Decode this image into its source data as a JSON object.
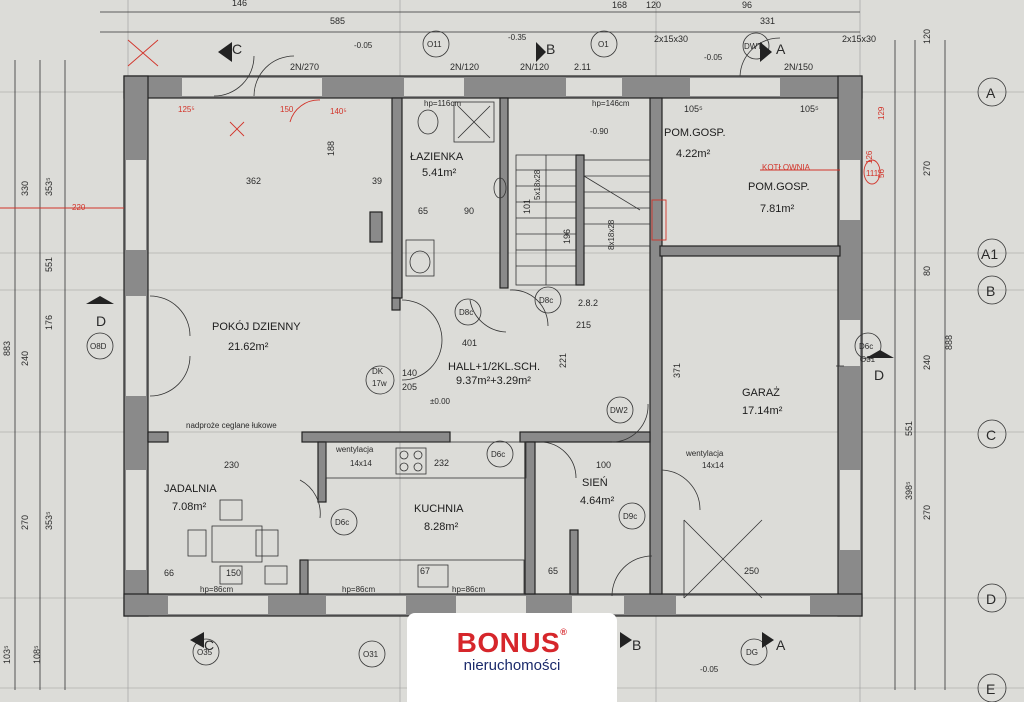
{
  "rooms": {
    "lazienka": {
      "name": "ŁAZIENKA",
      "area": "5.41m²"
    },
    "pom_gosp1": {
      "name": "POM.GOSP.",
      "area": "4.22m²"
    },
    "pom_gosp2": {
      "name": "POM.GOSP.",
      "area": "7.81m²",
      "note": "KOTŁOWNIA"
    },
    "pokoj": {
      "name": "POKÓJ DZIENNY",
      "area": "21.62m²"
    },
    "hall": {
      "name": "HALL+1/2KL.SCH.",
      "area": "9.37m²+3.29m²"
    },
    "garaz": {
      "name": "GARAŻ",
      "area": "17.14m²"
    },
    "jadalnia": {
      "name": "JADALNIA",
      "area": "7.08m²"
    },
    "kuchnia": {
      "name": "KUCHNIA",
      "area": "8.28m²"
    },
    "sien": {
      "name": "SIEŃ",
      "area": "4.64m²"
    }
  },
  "labels": {
    "nadproze": "nadproże ceglane łukowe",
    "wentylacja": "wentylacja",
    "wentylacja_size": "14x14",
    "level_000": "±0.00",
    "level_005a": "-0.05",
    "level_035": "-0.35",
    "level_090": "-0.90",
    "level_005b": "-0.05",
    "level_005c": "-0.05",
    "hp86": "hp=86cm",
    "hp146": "hp=146cm",
    "hp116": "hp=116cm",
    "stairs1": "5x18x28",
    "stairs2": "8x18x28",
    "dk": "DK",
    "dk_sub": "17w",
    "c_mark": "C",
    "b_mark": "B",
    "a_mark": "A",
    "d_mark": "D"
  },
  "doors": [
    "D8c",
    "D8c",
    "D6c",
    "D6c",
    "D9c",
    "DW2",
    "D6c",
    "O31",
    "O35",
    "O31",
    "O11",
    "O1",
    "DG",
    "O8D",
    "DWT"
  ],
  "dims_top": [
    "585",
    "331",
    "2N/270",
    "2N/120",
    "2N/120",
    "2N/150",
    "2.11",
    "2x15x30",
    "2x15x30",
    "146",
    "168",
    "96",
    "120"
  ],
  "dims_internal": [
    "362",
    "188",
    "65",
    "90",
    "39",
    "101",
    "196",
    "401",
    "215",
    "2.8.2",
    "140",
    "205",
    "221",
    "371",
    "232",
    "230",
    "100",
    "250",
    "66",
    "150",
    "67",
    "65",
    "105⁵",
    "105⁵"
  ],
  "axes_right": [
    "A",
    "A1",
    "B",
    "C",
    "D",
    "E"
  ],
  "axes_right_dims": [
    "270",
    "80",
    "240",
    "551",
    "888",
    "270",
    "398⁵",
    "120"
  ],
  "axes_left_dims": [
    "330",
    "353⁵",
    "551",
    "176",
    "240",
    "883",
    "270",
    "353⁵",
    "103⁵",
    "108⁵"
  ],
  "red_notes": [
    "220",
    "125⁵",
    "150",
    "140⁵",
    "129",
    "126",
    "56",
    "111"
  ],
  "logo": {
    "brand": "BONUS",
    "reg": "®",
    "sub": "nieruchomości"
  }
}
